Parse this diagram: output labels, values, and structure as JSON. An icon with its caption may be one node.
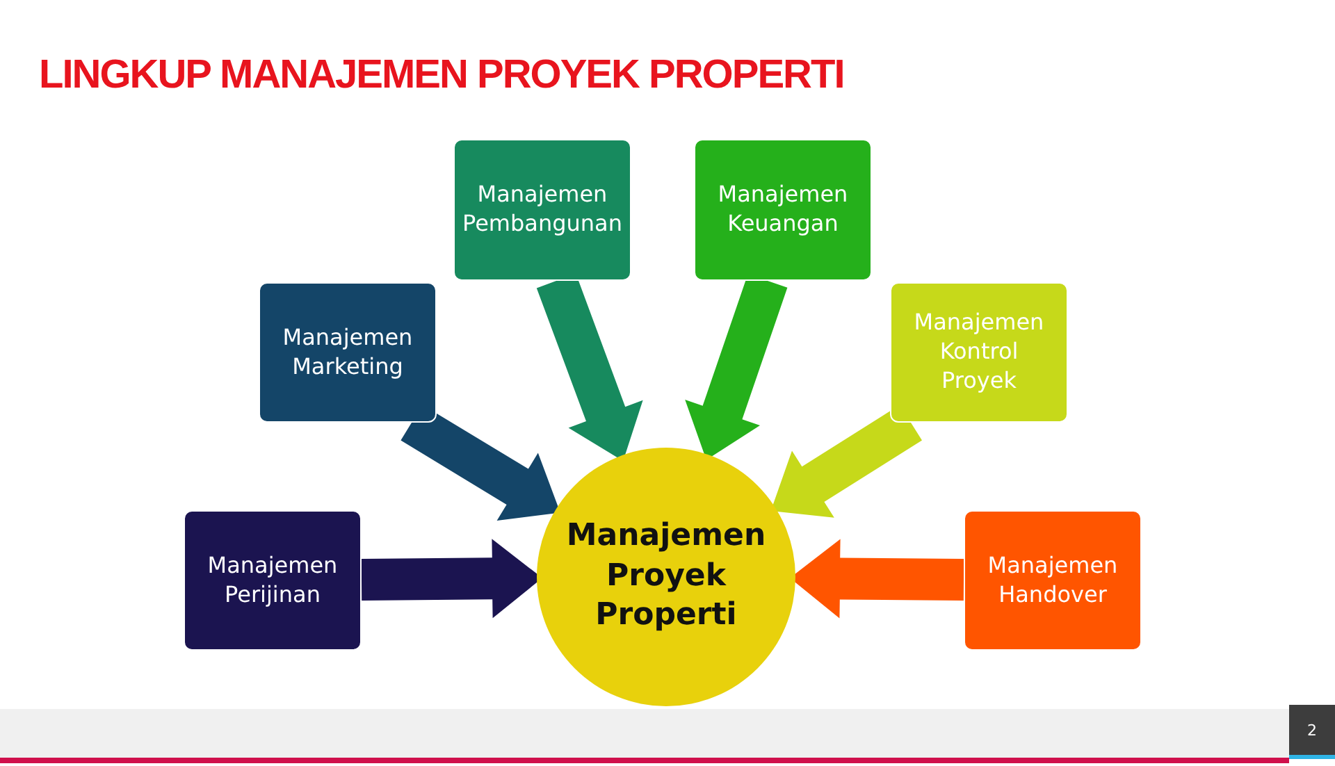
{
  "diagram": {
    "title": "LINGKUP MANAJEMEN PROYEK PROPERTI",
    "nodes": [
      {
        "text": [
          "Manajemen Pembangunan"
        ]
      },
      {
        "text": [
          "Manajemen Keuangan"
        ]
      },
      {
        "text": [
          "Manajemen Marketing"
        ]
      },
      {
        "text": [
          "Manajemen Kontrol Proyek"
        ]
      },
      {
        "text": [
          "Manajemen Perijinan"
        ]
      },
      {
        "text": [
          "Manajemen Proyek Properti"
        ]
      },
      {
        "text": [
          "Manajemen Handover"
        ]
      }
    ],
    "edges": [
      {
        "from": 0,
        "to": 5,
        "arrow": "to",
        "style": "thick",
        "color": "#178a5e"
      },
      {
        "from": 1,
        "to": 5,
        "arrow": "to",
        "style": "thick",
        "color": "#25b01b"
      },
      {
        "from": 2,
        "to": 5,
        "arrow": "to",
        "style": "thick",
        "color": "#144568"
      },
      {
        "from": 3,
        "to": 5,
        "arrow": "to",
        "style": "thick",
        "color": "#c6d91a"
      },
      {
        "from": 4,
        "to": 5,
        "arrow": "to",
        "style": "thick",
        "color": "#1b1450"
      },
      {
        "from": 6,
        "to": 5,
        "arrow": "to",
        "style": "thick",
        "color": "#ff5500"
      }
    ],
    "labels": [
      "2"
    ]
  }
}
